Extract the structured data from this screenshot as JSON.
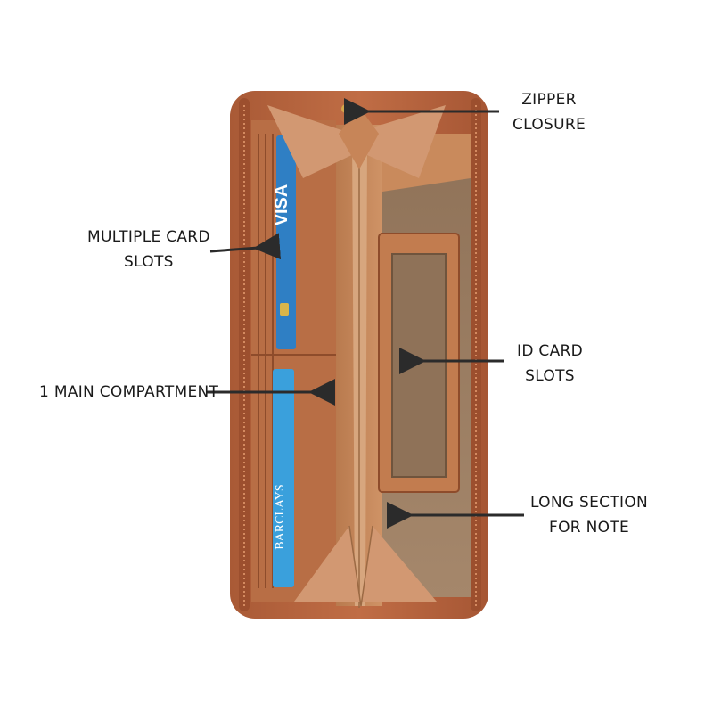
{
  "colors": {
    "background": "#ffffff",
    "leather_outer": "#b8663f",
    "leather_inner": "#c98a5c",
    "lining": "#9a7c60",
    "arrow": "#2b2b2b",
    "card_blue": "#2f7fc4"
  },
  "callouts": {
    "zipper": {
      "line1": "ZIPPER",
      "line2": "CLOSURE"
    },
    "card_slots": {
      "line1": "MULTIPLE CARD",
      "line2": "SLOTS"
    },
    "main_compartment": {
      "line1": "1 MAIN COMPARTMENT"
    },
    "id_slots": {
      "line1": "ID CARD",
      "line2": "SLOTS"
    },
    "note_section": {
      "line1": "LONG SECTION",
      "line2": "FOR NOTE"
    }
  },
  "cards": {
    "visa": "VISA",
    "barclays": "BARCLAYS"
  }
}
